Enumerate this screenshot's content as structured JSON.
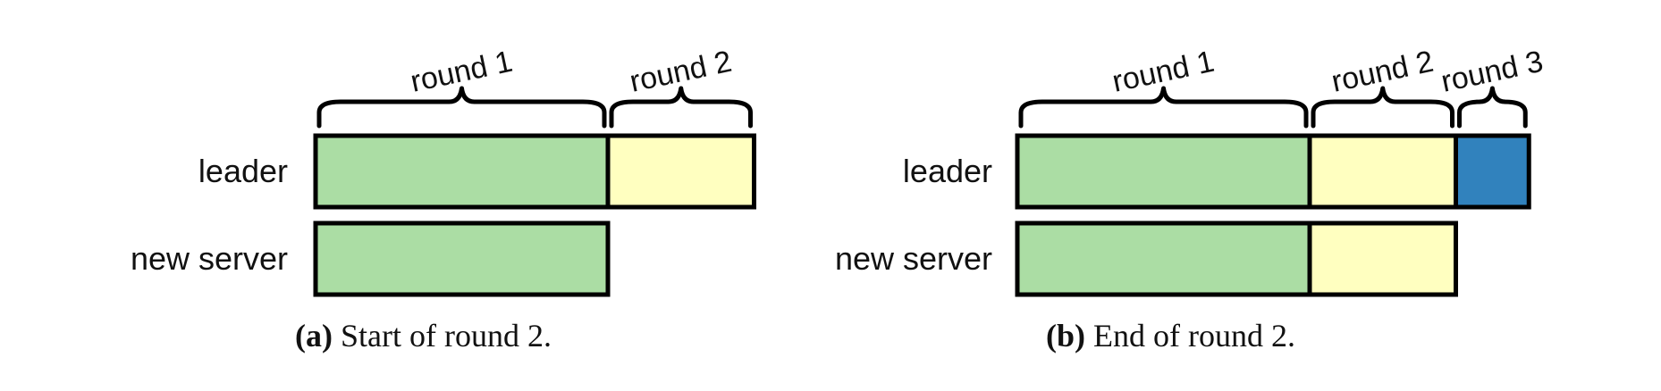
{
  "colors": {
    "round1": "#ABDDA4",
    "round2": "#FFFFC0",
    "round3": "#3182BD",
    "outline": "#000000"
  },
  "round_units": {
    "round 1": 2,
    "round 2": 1,
    "round 3": 0.5
  },
  "panels": [
    {
      "id": "a",
      "caption_tag": "(a)",
      "caption_text": " Start of round 2.",
      "braces": [
        "round 1",
        "round 2"
      ],
      "rows": [
        {
          "label": "leader",
          "segments": [
            "round 1",
            "round 2"
          ]
        },
        {
          "label": "new server",
          "segments": [
            "round 1"
          ]
        }
      ]
    },
    {
      "id": "b",
      "caption_tag": "(b)",
      "caption_text": " End of round 2.",
      "braces": [
        "round 1",
        "round 2",
        "round 3"
      ],
      "rows": [
        {
          "label": "leader",
          "segments": [
            "round 1",
            "round 2",
            "round 3"
          ]
        },
        {
          "label": "new server",
          "segments": [
            "round 1",
            "round 2"
          ]
        }
      ]
    }
  ]
}
